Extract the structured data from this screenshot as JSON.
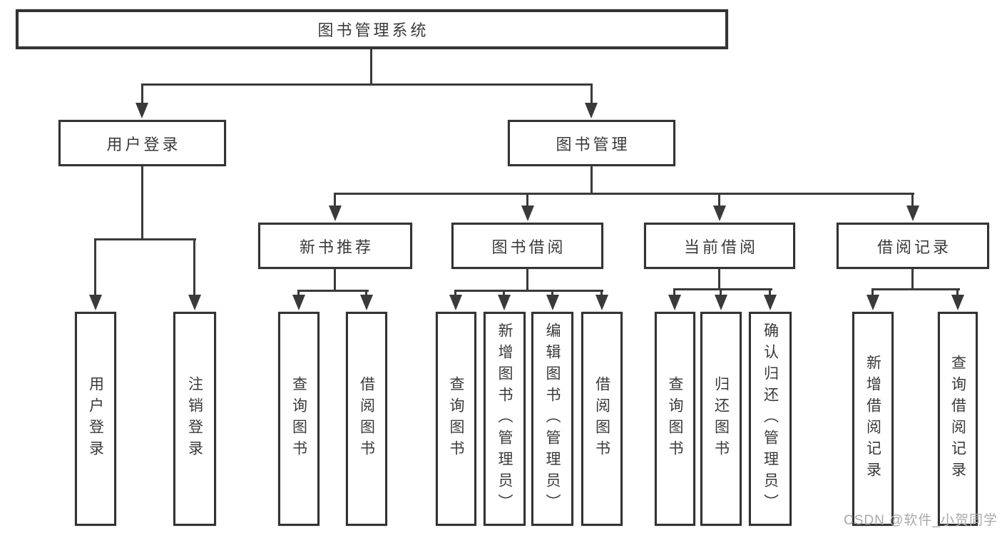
{
  "tree": {
    "label": "图书管理系统",
    "children": [
      {
        "label": "用户登录",
        "children": [
          {
            "label": "用户登录"
          },
          {
            "label": "注销登录"
          }
        ]
      },
      {
        "label": "图书管理",
        "children": [
          {
            "label": "新书推荐",
            "children": [
              {
                "label": "查询图书"
              },
              {
                "label": "借阅图书"
              }
            ]
          },
          {
            "label": "图书借阅",
            "children": [
              {
                "label": "查询图书"
              },
              {
                "label": "新增图书（管理员）"
              },
              {
                "label": "编辑图书（管理员）"
              },
              {
                "label": "借阅图书"
              }
            ]
          },
          {
            "label": "当前借阅",
            "children": [
              {
                "label": "查询图书"
              },
              {
                "label": "归还图书"
              },
              {
                "label": "确认归还（管理员）"
              }
            ]
          },
          {
            "label": "借阅记录",
            "children": [
              {
                "label": "新增借阅记录"
              },
              {
                "label": "查询借阅记录"
              }
            ]
          }
        ]
      }
    ]
  },
  "watermark": {
    "text": "CSDN @软件_小贺同学"
  },
  "colors": {
    "border": "#333333",
    "line": "#3a3a3a",
    "text": "#3a3a3a",
    "watermark": "#a9a9a9",
    "background": "#ffffff"
  }
}
